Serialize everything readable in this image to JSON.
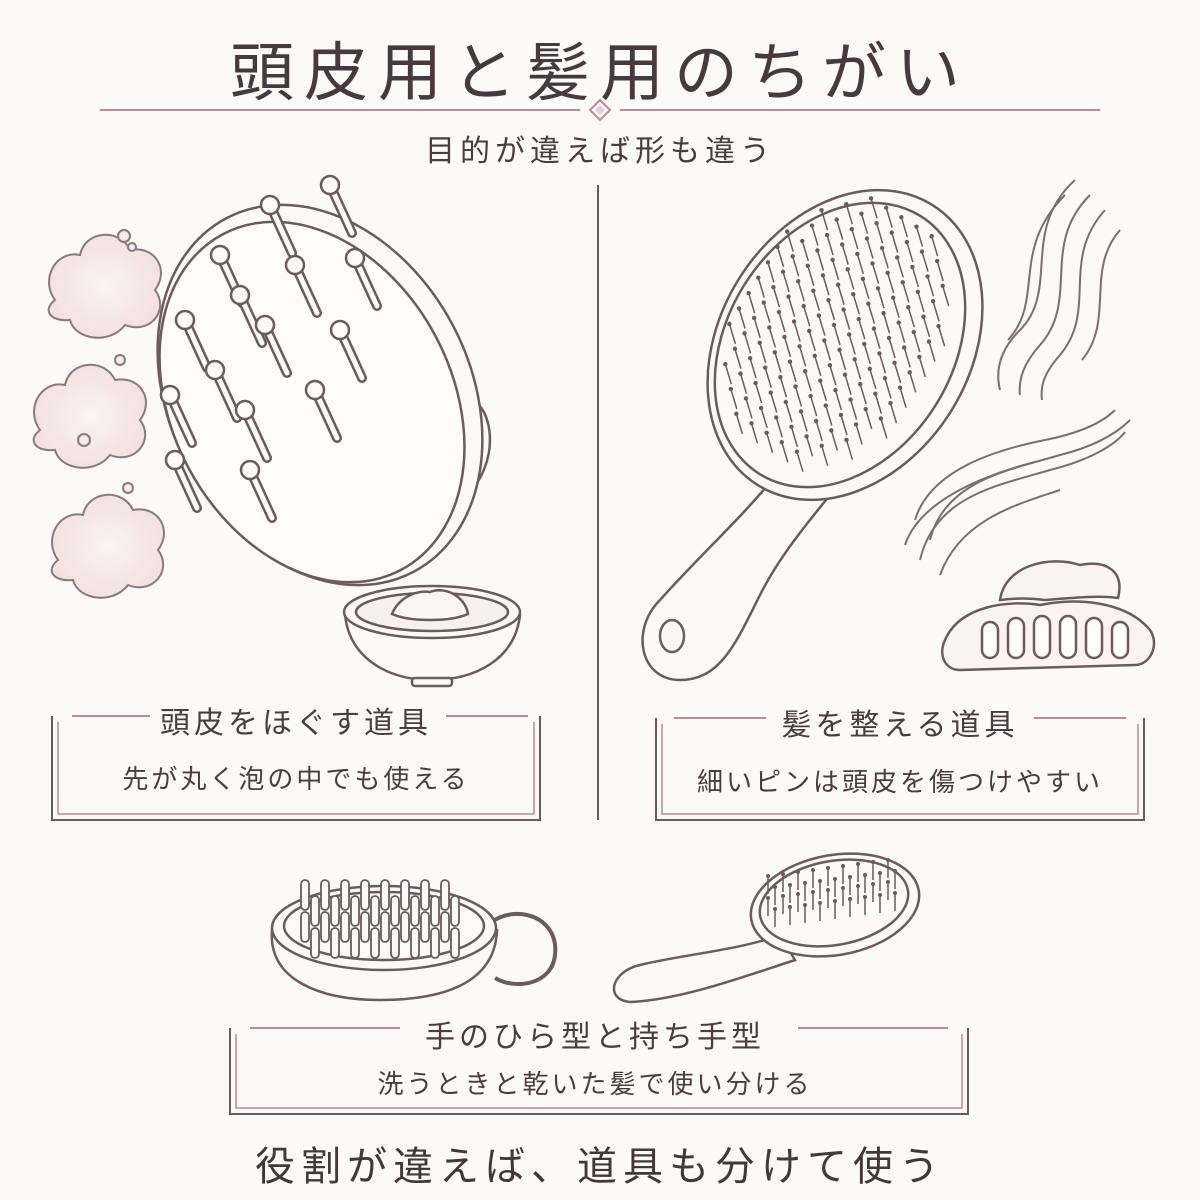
{
  "header": {
    "title": "頭皮用と髪用のちがい",
    "subtitle": "目的が違えば形も違う"
  },
  "left_panel": {
    "caption_title": "頭皮をほぐす道具",
    "caption_text": "先が丸く泡の中でも使える"
  },
  "right_panel": {
    "caption_title": "髪を整える道具",
    "caption_text": "細いピンは頭皮を傷つけやすい"
  },
  "bottom_panel": {
    "caption_title": "手のひら型と持ち手型",
    "caption_text": "洗うときと乾いた髪で使い分ける"
  },
  "footer": {
    "text": "役割が違えば、道具も分けて使う"
  },
  "colors": {
    "background": "#fbfaf8",
    "line": "#6b5a5e",
    "accent": "#b98a99",
    "text": "#4a3c40"
  },
  "icons": [
    "scalp-brush-icon",
    "foam-bubbles-icon",
    "shampoo-bowl-icon",
    "paddle-brush-icon",
    "hair-strand-icon",
    "hair-claw-clip-icon",
    "palm-scalp-brush-icon",
    "small-hair-brush-icon",
    "diamond-ornament-icon"
  ]
}
